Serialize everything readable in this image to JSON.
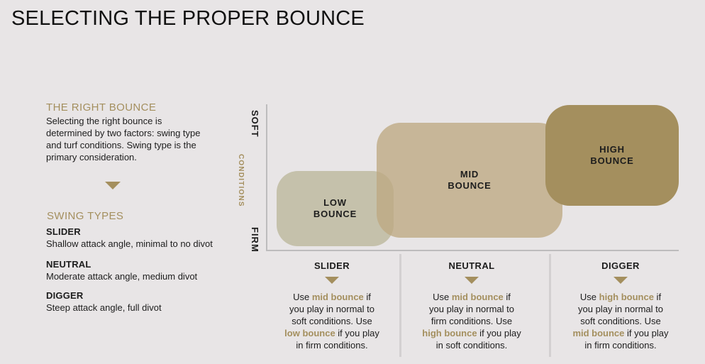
{
  "title": "SELECTING THE PROPER BOUNCE",
  "right_bounce": {
    "heading": "THE RIGHT BOUNCE",
    "body": "Selecting the right bounce is determined by two factors: swing type and turf conditions.  Swing type is the primary consideration."
  },
  "swing_types": {
    "heading": "SWING TYPES",
    "items": [
      {
        "name": "SLIDER",
        "description": "Shallow attack angle, minimal to no divot"
      },
      {
        "name": "NEUTRAL",
        "description": "Moderate attack angle, medium divot"
      },
      {
        "name": "DIGGER",
        "description": "Steep attack angle, full divot"
      }
    ]
  },
  "axis": {
    "y_top": "SOFT",
    "y_bottom": "FIRM",
    "y_label": "CONDITIONS"
  },
  "boxes": {
    "low": {
      "line1": "LOW",
      "line2": "BOUNCE"
    },
    "mid": {
      "line1": "MID",
      "line2": "BOUNCE"
    },
    "high": {
      "line1": "HIGH",
      "line2": "BOUNCE"
    }
  },
  "columns": [
    {
      "title": "SLIDER",
      "l1": "Use ",
      "h1": "mid bounce",
      "l1b": " if",
      "l2": "you play in normal to",
      "l3": "soft conditions.  Use",
      "h2": "low bounce",
      "l4b": " if you play",
      "l5": "in firm conditions."
    },
    {
      "title": "NEUTRAL",
      "l1": "Use ",
      "h1": "mid bounce",
      "l1b": " if",
      "l2": "you play in normal to",
      "l3": "firm conditions.  Use",
      "h2": "high bounce",
      "l4b": " if you play",
      "l5": "in soft conditions."
    },
    {
      "title": "DIGGER",
      "l1": "Use ",
      "h1": "high bounce",
      "l1b": " if",
      "l2": "you play in normal to",
      "l3": "soft conditions.  Use",
      "h2": "mid bounce",
      "l4b": " if you play",
      "l5": "in firm conditions."
    }
  ],
  "colors": {
    "accent": "#a48f5e",
    "background": "#e8e5e6",
    "low_box": "#bebba0",
    "mid_box": "#bea982",
    "high_box": "#a48f5e"
  }
}
